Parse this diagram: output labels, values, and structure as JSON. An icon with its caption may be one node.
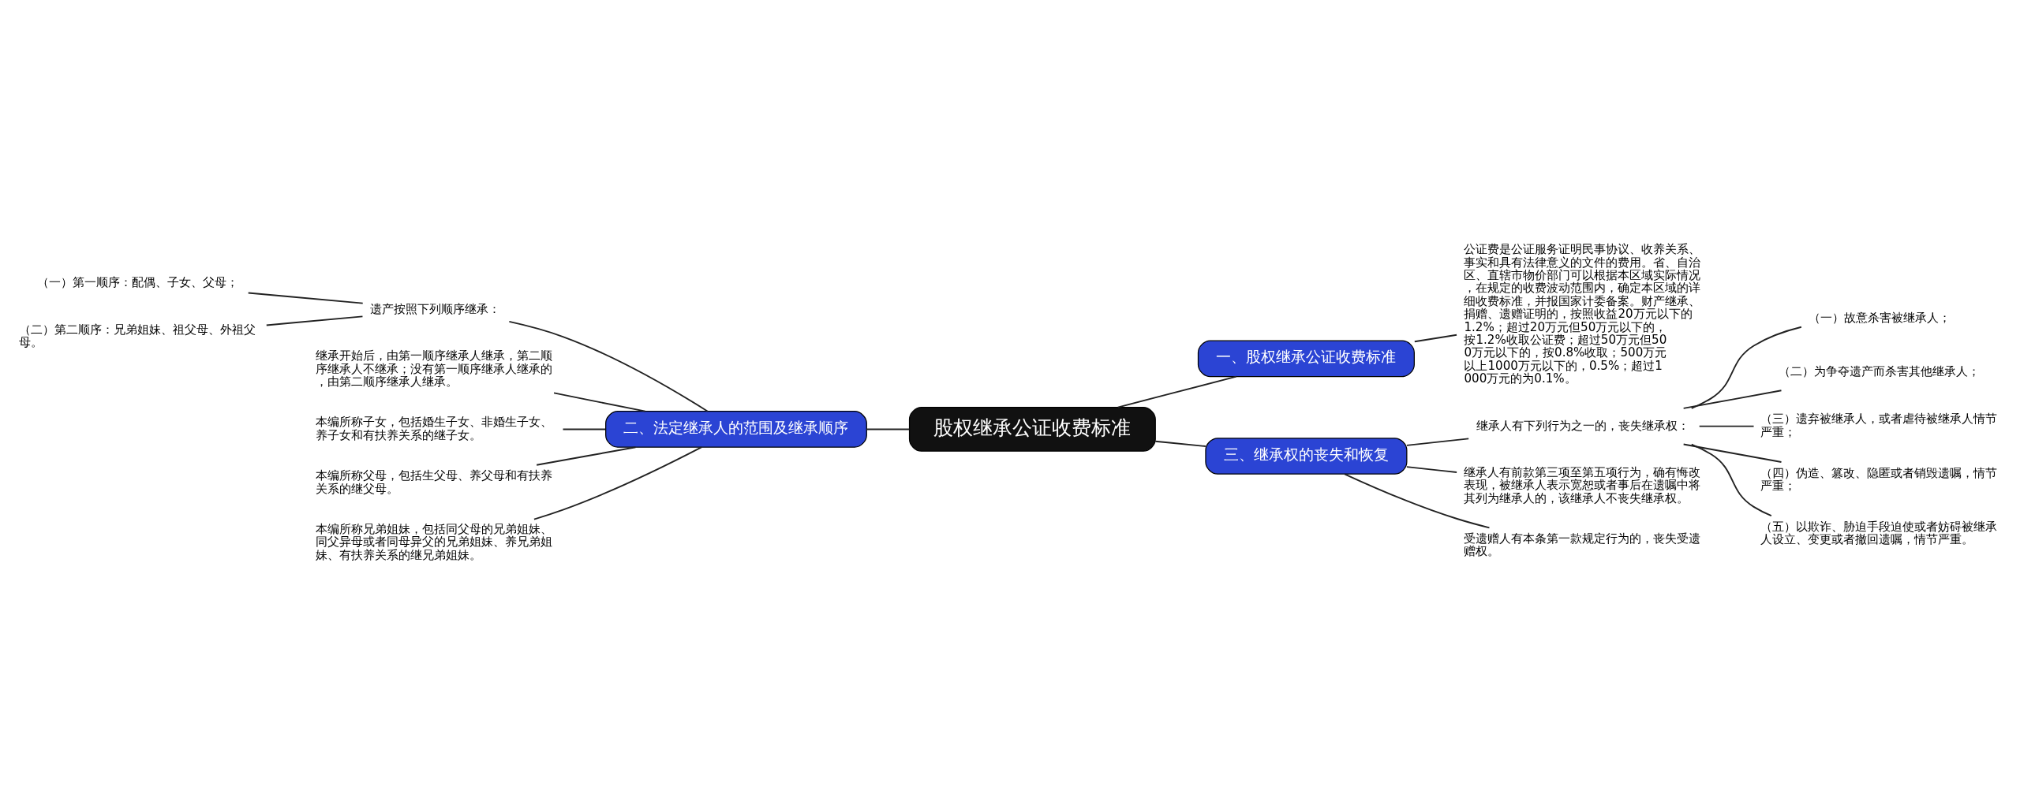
{
  "diagram": {
    "nodes": [
      {
        "text": [
          "股权继承公证收费标准"
        ]
      },
      {
        "text": [
          "一、股权继承公证收费标准"
        ]
      },
      {
        "text": [
          "公证费是公证服务证明民事协议、收养关系、事实和具有法律意义的文件的费用。省、自治区、直辖市物价部门可以根据本区域实际情况，在规定的收费波动范围内，确定本区域的详细收费标准，并报国家计委备案。财产继承、捐赠、遗赠证明的，按照收益20万元以下的1.2%；超过20万元但50万元以下的，按1.2%收取公证费；超过50万元但500万元以下的，按0.8%收取；500万元以上1000万元以下的，0.5%；超过1000万元的为0.1%。"
        ]
      },
      {
        "text": [
          "二、法定继承人的范围及继承顺序"
        ]
      },
      {
        "text": [
          "遗产按照下列顺序继承："
        ]
      },
      {
        "text": [
          "（一）第一顺序：配偶、子女、父母；"
        ]
      },
      {
        "text": [
          "（二）第二顺序：兄弟姐妹、祖父母、外祖父母。"
        ]
      },
      {
        "text": [
          "继承开始后，由第一顺序继承人继承，第二顺序继承人不继承；没有第一顺序继承人继承的，由第二顺序继承人继承。"
        ]
      },
      {
        "text": [
          "本编所称子女，包括婚生子女、非婚生子女、养子女和有扶养关系的继子女。"
        ]
      },
      {
        "text": [
          "本编所称父母，包括生父母、养父母和有扶养关系的继父母。"
        ]
      },
      {
        "text": [
          "本编所称兄弟姐妹，包括同父母的兄弟姐妹、同父异母或者同母异父的兄弟姐妹、养兄弟姐妹、有扶养关系的继兄弟姐妹。"
        ]
      },
      {
        "text": [
          "三、继承权的丧失和恢复"
        ]
      },
      {
        "text": [
          "继承人有下列行为之一的，丧失继承权："
        ]
      },
      {
        "text": [
          "（一）故意杀害被继承人；"
        ]
      },
      {
        "text": [
          "（二）为争夺遗产而杀害其他继承人；"
        ]
      },
      {
        "text": [
          "（三）遗弃被继承人，或者虐待被继承人情节严重；"
        ]
      },
      {
        "text": [
          "（四）伪造、篡改、隐匿或者销毁遗嘱，情节严重；"
        ]
      },
      {
        "text": [
          "（五）以欺诈、胁迫手段迫使或者妨碍被继承人设立、变更或者撤回遗嘱，情节严重。"
        ]
      },
      {
        "text": [
          "继承人有前款第三项至第五项行为，确有悔改表现，被继承人表示宽恕或者事后在遗嘱中将其列为继承人的，该继承人不丧失继承权。"
        ]
      },
      {
        "text": [
          "受遗赠人有本条第一款规定行为的，丧失受遗赠权。"
        ]
      }
    ],
    "edges": [
      {
        "from": 0,
        "to": 1,
        "arrow": "none"
      },
      {
        "from": 1,
        "to": 2,
        "arrow": "none"
      },
      {
        "from": 0,
        "to": 3,
        "arrow": "none"
      },
      {
        "from": 3,
        "to": 4,
        "arrow": "none"
      },
      {
        "from": 4,
        "to": 5,
        "arrow": "none"
      },
      {
        "from": 4,
        "to": 6,
        "arrow": "none"
      },
      {
        "from": 3,
        "to": 7,
        "arrow": "none"
      },
      {
        "from": 3,
        "to": 8,
        "arrow": "none"
      },
      {
        "from": 3,
        "to": 9,
        "arrow": "none"
      },
      {
        "from": 3,
        "to": 10,
        "arrow": "none"
      },
      {
        "from": 0,
        "to": 11,
        "arrow": "none"
      },
      {
        "from": 11,
        "to": 12,
        "arrow": "none"
      },
      {
        "from": 12,
        "to": 13,
        "arrow": "none"
      },
      {
        "from": 12,
        "to": 14,
        "arrow": "none"
      },
      {
        "from": 12,
        "to": 15,
        "arrow": "none"
      },
      {
        "from": 12,
        "to": 16,
        "arrow": "none"
      },
      {
        "from": 12,
        "to": 17,
        "arrow": "none"
      },
      {
        "from": 11,
        "to": 18,
        "arrow": "none"
      },
      {
        "from": 11,
        "to": 19,
        "arrow": "none"
      }
    ]
  }
}
